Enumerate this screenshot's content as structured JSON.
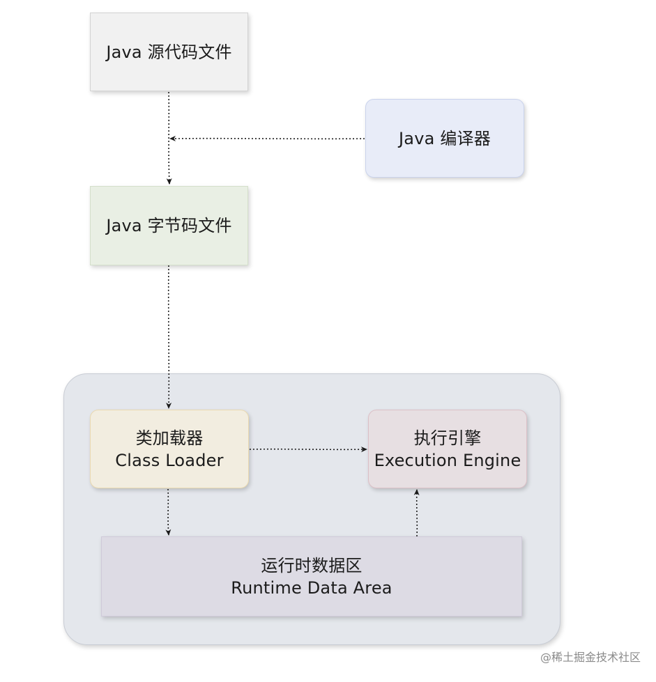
{
  "nodes": {
    "source": {
      "label": "Java 源代码文件"
    },
    "compiler": {
      "label": "Java 编译器"
    },
    "bytecode": {
      "label": "Java 字节码文件"
    },
    "classloader": {
      "label_cn": "类加载器",
      "label_en": "Class Loader"
    },
    "engine": {
      "label_cn": "执行引擎",
      "label_en": "Execution Engine"
    },
    "runtime": {
      "label_cn": "运行时数据区",
      "label_en": "Runtime Data Area"
    }
  },
  "edges": [
    {
      "from": "source",
      "to": "bytecode",
      "style": "dotted"
    },
    {
      "from": "compiler",
      "to": "source-bytecode-edge",
      "style": "dotted"
    },
    {
      "from": "bytecode",
      "to": "classloader",
      "style": "dotted"
    },
    {
      "from": "classloader",
      "to": "engine",
      "style": "dotted"
    },
    {
      "from": "classloader",
      "to": "runtime",
      "style": "dotted"
    },
    {
      "from": "runtime",
      "to": "engine",
      "style": "dotted"
    }
  ],
  "colors": {
    "source_fill": "#f1f1f1",
    "compiler_fill": "#e8ecf8",
    "bytecode_fill": "#e9efe4",
    "jvm_container_fill": "#e4e7ec",
    "classloader_fill": "#f2ede0",
    "engine_fill": "#e7dfe2",
    "runtime_fill": "#dddbe4",
    "arrow": "#1b1b1b"
  },
  "watermark": "@稀土掘金技术社区"
}
